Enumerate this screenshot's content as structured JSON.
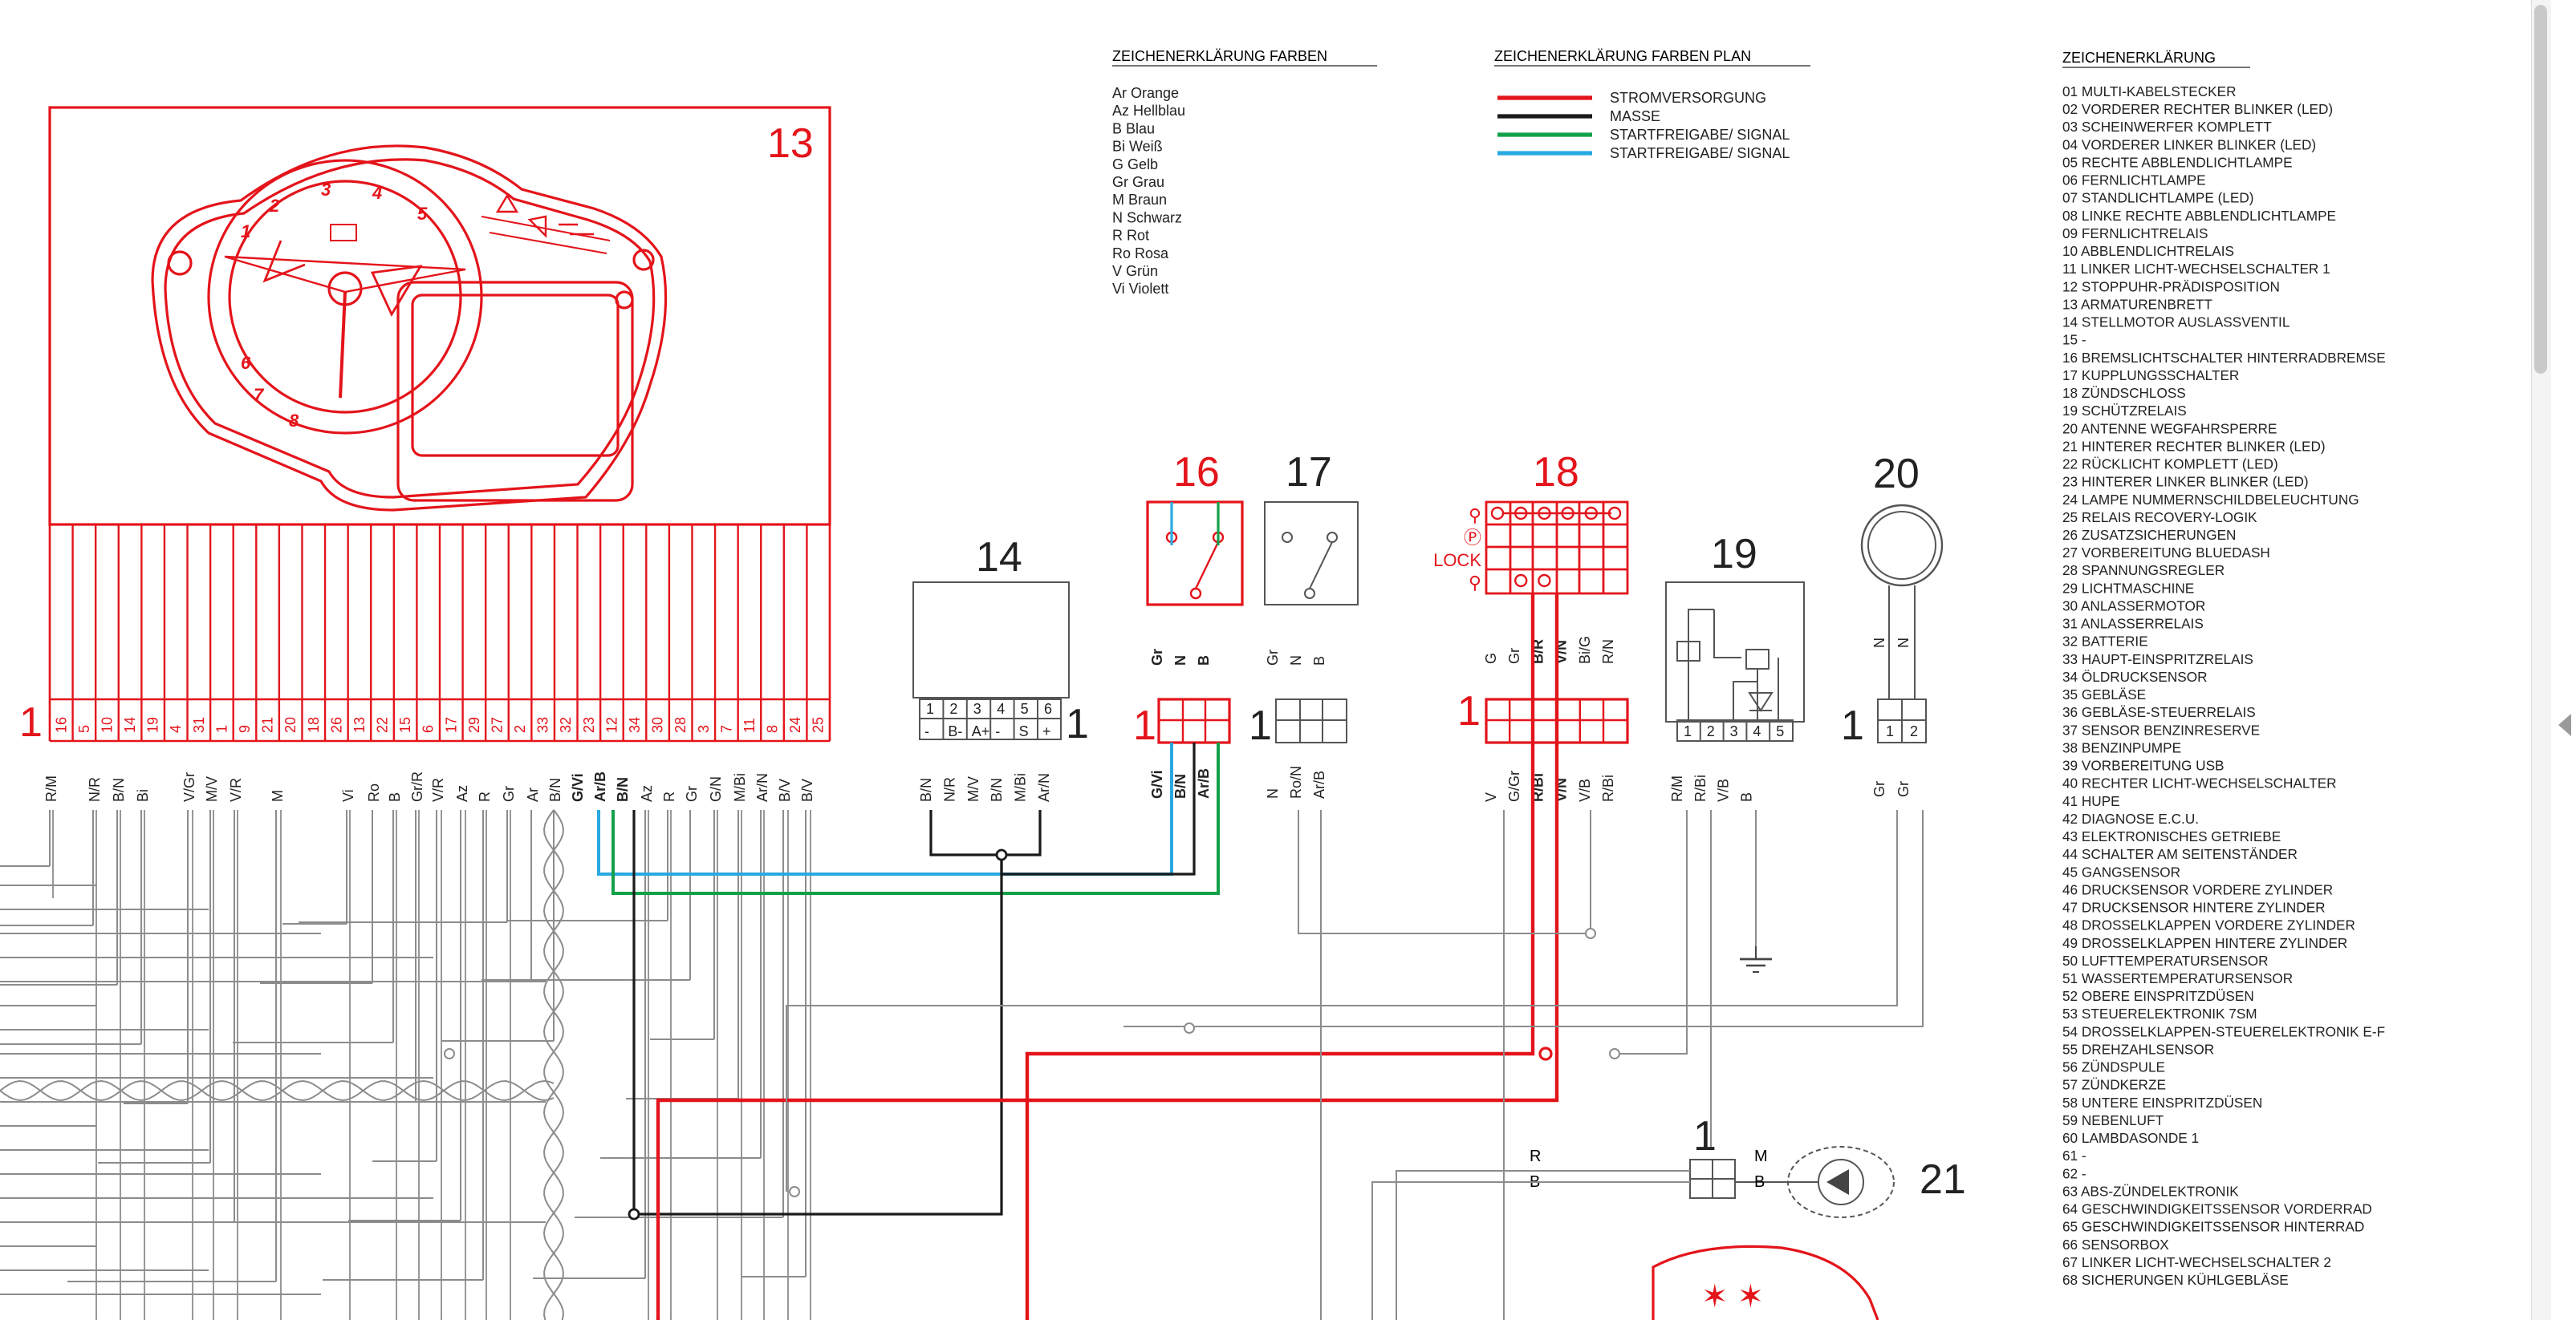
{
  "colors": {
    "red": "#e4141b",
    "black": "#1a1a1a",
    "blue": "#29a9e0",
    "green": "#13a04a",
    "wire": "#8c8c8c",
    "text": "#222222"
  },
  "legend_colors": {
    "heading": "ZEICHENERKLÄRUNG FARBEN",
    "items": [
      "Ar Orange",
      "Az Hellblau",
      "B Blau",
      "Bi Weiß",
      "G Gelb",
      "Gr Grau",
      "M Braun",
      "N Schwarz",
      "R Rot",
      "Ro Rosa",
      "V Grün",
      "Vi Violett"
    ]
  },
  "legend_plan": {
    "heading": "ZEICHENERKLÄRUNG FARBEN PLAN",
    "items": [
      {
        "label": "STROMVERSORGUNG",
        "color": "red"
      },
      {
        "label": "MASSE",
        "color": "black"
      },
      {
        "label": "STARTFREIGABE/ SIGNAL",
        "color": "green"
      },
      {
        "label": "STARTFREIGABE/ SIGNAL",
        "color": "blue"
      }
    ]
  },
  "legend_components": {
    "heading": "ZEICHENERKLÄRUNG",
    "items": [
      "01 MULTI-KABELSTECKER",
      "02 VORDERER RECHTER BLINKER (LED)",
      "03 SCHEINWERFER KOMPLETT",
      "04 VORDERER LINKER BLINKER (LED)",
      "05 RECHTE ABBLENDLICHTLAMPE",
      "06 FERNLICHTLAMPE",
      "07 STANDLICHTLAMPE (LED)",
      "08 LINKE RECHTE ABBLENDLICHTLAMPE",
      "09 FERNLICHTRELAIS",
      "10 ABBLENDLICHTRELAIS",
      "11 LINKER LICHT-WECHSELSCHALTER 1",
      "12 STOPPUHR-PRÄDISPOSITION",
      "13 ARMATURENBRETT",
      "14 STELLMOTOR AUSLASSVENTIL",
      "15 -",
      "16 BREMSLICHTSCHALTER HINTERRADBREMSE",
      "17 KUPPLUNGSSCHALTER",
      "18 ZÜNDSCHLOSS",
      "19 SCHÜTZRELAIS",
      "20 ANTENNE WEGFAHRSPERRE",
      "21 HINTERER RECHTER BLINKER (LED)",
      "22 RÜCKLICHT KOMPLETT (LED)",
      "23 HINTERER LINKER BLINKER (LED)",
      "24 LAMPE NUMMERNSCHILDBELEUCHTUNG",
      "25 RELAIS RECOVERY-LOGIK",
      "26 ZUSATZSICHERUNGEN",
      "27 VORBEREITUNG BLUEDASH",
      "28 SPANNUNGSREGLER",
      "29 LICHTMASCHINE",
      "30 ANLASSERMOTOR",
      "31 ANLASSERRELAIS",
      "32 BATTERIE",
      "33 HAUPT-EINSPRITZRELAIS",
      "34 ÖLDRUCKSENSOR",
      "35 GEBLÄSE",
      "36 GEBLÄSE-STEUERRELAIS",
      "37 SENSOR BENZINRESERVE",
      "38 BENZINPUMPE",
      "39 VORBEREITUNG USB",
      "40 RECHTER LICHT-WECHSELSCHALTER",
      "41 HUPE",
      "42 DIAGNOSE E.C.U.",
      "43 ELEKTRONISCHES GETRIEBE",
      "44 SCHALTER AM SEITENSTÄNDER",
      "45 GANGSENSOR",
      "46 DRUCKSENSOR VORDERE ZYLINDER",
      "47 DRUCKSENSOR HINTERE ZYLINDER",
      "48 DROSSELKLAPPEN VORDERE ZYLINDER",
      "49 DROSSELKLAPPEN HINTERE ZYLINDER",
      "50 LUFTTEMPERATURSENSOR",
      "51 WASSERTEMPERATURSENSOR",
      "52 OBERE EINSPRITZDÜSEN",
      "53 STEUERELEKTRONIK 7SM",
      "54 DROSSELKLAPPEN-STEUERELEKTRONIK E-F",
      "55 DREHZAHLSENSOR",
      "56 ZÜNDSPULE",
      "57 ZÜNDKERZE",
      "58 UNTERE EINSPRITZDÜSEN",
      "59 NEBENLUFT",
      "60 LAMBDASONDE 1",
      "61 -",
      "62 -",
      "63 ABS-ZÜNDELEKTRONIK",
      "64 GESCHWINDIGKEITSSENSOR VORDERRAD",
      "65 GESCHWINDIGKEITSSENSOR HINTERRAD",
      "66 SENSORBOX",
      "67 LINKER LICHT-WECHSELSCHALTER 2",
      "68 SICHERUNGEN KÜHLGEBLÄSE"
    ]
  },
  "components": {
    "c13": {
      "number": "13",
      "connector_no": "1",
      "pins": [
        "16",
        "5",
        "10",
        "14",
        "19",
        "4",
        "31",
        "1",
        "9",
        "21",
        "20",
        "18",
        "26",
        "13",
        "22",
        "15",
        "6",
        "17",
        "29",
        "27",
        "2",
        "33",
        "32",
        "23",
        "12",
        "34",
        "30",
        "28",
        "3",
        "7",
        "11",
        "8",
        "24",
        "25"
      ],
      "wires": [
        "R/M",
        "N/R",
        "B/N",
        "Bi",
        "V/Gr",
        "M/V",
        "V/R",
        "M",
        "Vi",
        "Ro",
        "B",
        "Gr/R",
        "V/R",
        "Az",
        "R",
        "Gr",
        "Ar",
        "B/N",
        "G/Vi",
        "Ar/B",
        "B/N",
        "Az",
        "R",
        "Gr",
        "G/N",
        "M/Bi",
        "Ar/N",
        "B/V",
        "B/V"
      ]
    },
    "c14": {
      "number": "14",
      "connector_no": "1",
      "pins": [
        "1",
        "2",
        "3",
        "4",
        "5",
        "6"
      ],
      "pin_marks": [
        "-",
        "B-",
        "A+",
        "-",
        "S",
        "+"
      ],
      "wires": [
        "B/N",
        "N/R",
        "M/V",
        "B/N",
        "M/Bi",
        "Ar/N"
      ]
    },
    "c16": {
      "number": "16",
      "connector_no": "1",
      "top_wires": [
        "Gr",
        "N",
        "B"
      ],
      "wires": [
        "G/Vi",
        "B/N",
        "Ar/B"
      ]
    },
    "c17": {
      "number": "17",
      "connector_no": "1",
      "top_wires": [
        "Gr",
        "N",
        "B"
      ],
      "wires": [
        "N",
        "Ro/N",
        "Ar/B"
      ]
    },
    "c18": {
      "number": "18",
      "connector_no": "1",
      "key_labels": [
        "⚲",
        "Ⓟ",
        "LOCK",
        "⚲"
      ],
      "top_wires": [
        "G",
        "Gr",
        "B/R",
        "V/N",
        "Bi/G",
        "R/N"
      ],
      "wires": [
        "V",
        "G/Gr",
        "R/Bi",
        "V/N",
        "V/B",
        "R/Bi"
      ]
    },
    "c19": {
      "number": "19",
      "pins": [
        "1",
        "2",
        "3",
        "4",
        "5"
      ],
      "wires": [
        "R/M",
        "R/Bi",
        "V/B",
        "B"
      ]
    },
    "c20": {
      "number": "20",
      "connector_no": "1",
      "pins": [
        "1",
        "2"
      ],
      "top_wires": [
        "N",
        "N"
      ],
      "wires": [
        "Gr",
        "Gr"
      ]
    },
    "c21": {
      "number": "21",
      "connector_no": "1",
      "wires_left": [
        "R",
        "B"
      ],
      "wires_right": [
        "M",
        "B"
      ]
    }
  }
}
